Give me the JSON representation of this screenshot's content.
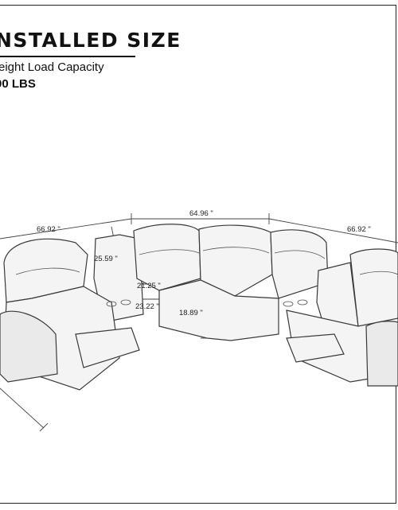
{
  "heading": {
    "title": "NSTALLED SIZE",
    "capacity_label": "eight Load Capacity",
    "capacity_value": "00 LBS"
  },
  "dimensions": {
    "left_width": "66.92 \"",
    "center_width": "64.96 \"",
    "right_width": "66.92 \"",
    "back_height": "25.59 \"",
    "seat_depth_top": "21.25 \"",
    "seat_depth_bottom": "23.22 \"",
    "seat_height": "18.89 \""
  }
}
